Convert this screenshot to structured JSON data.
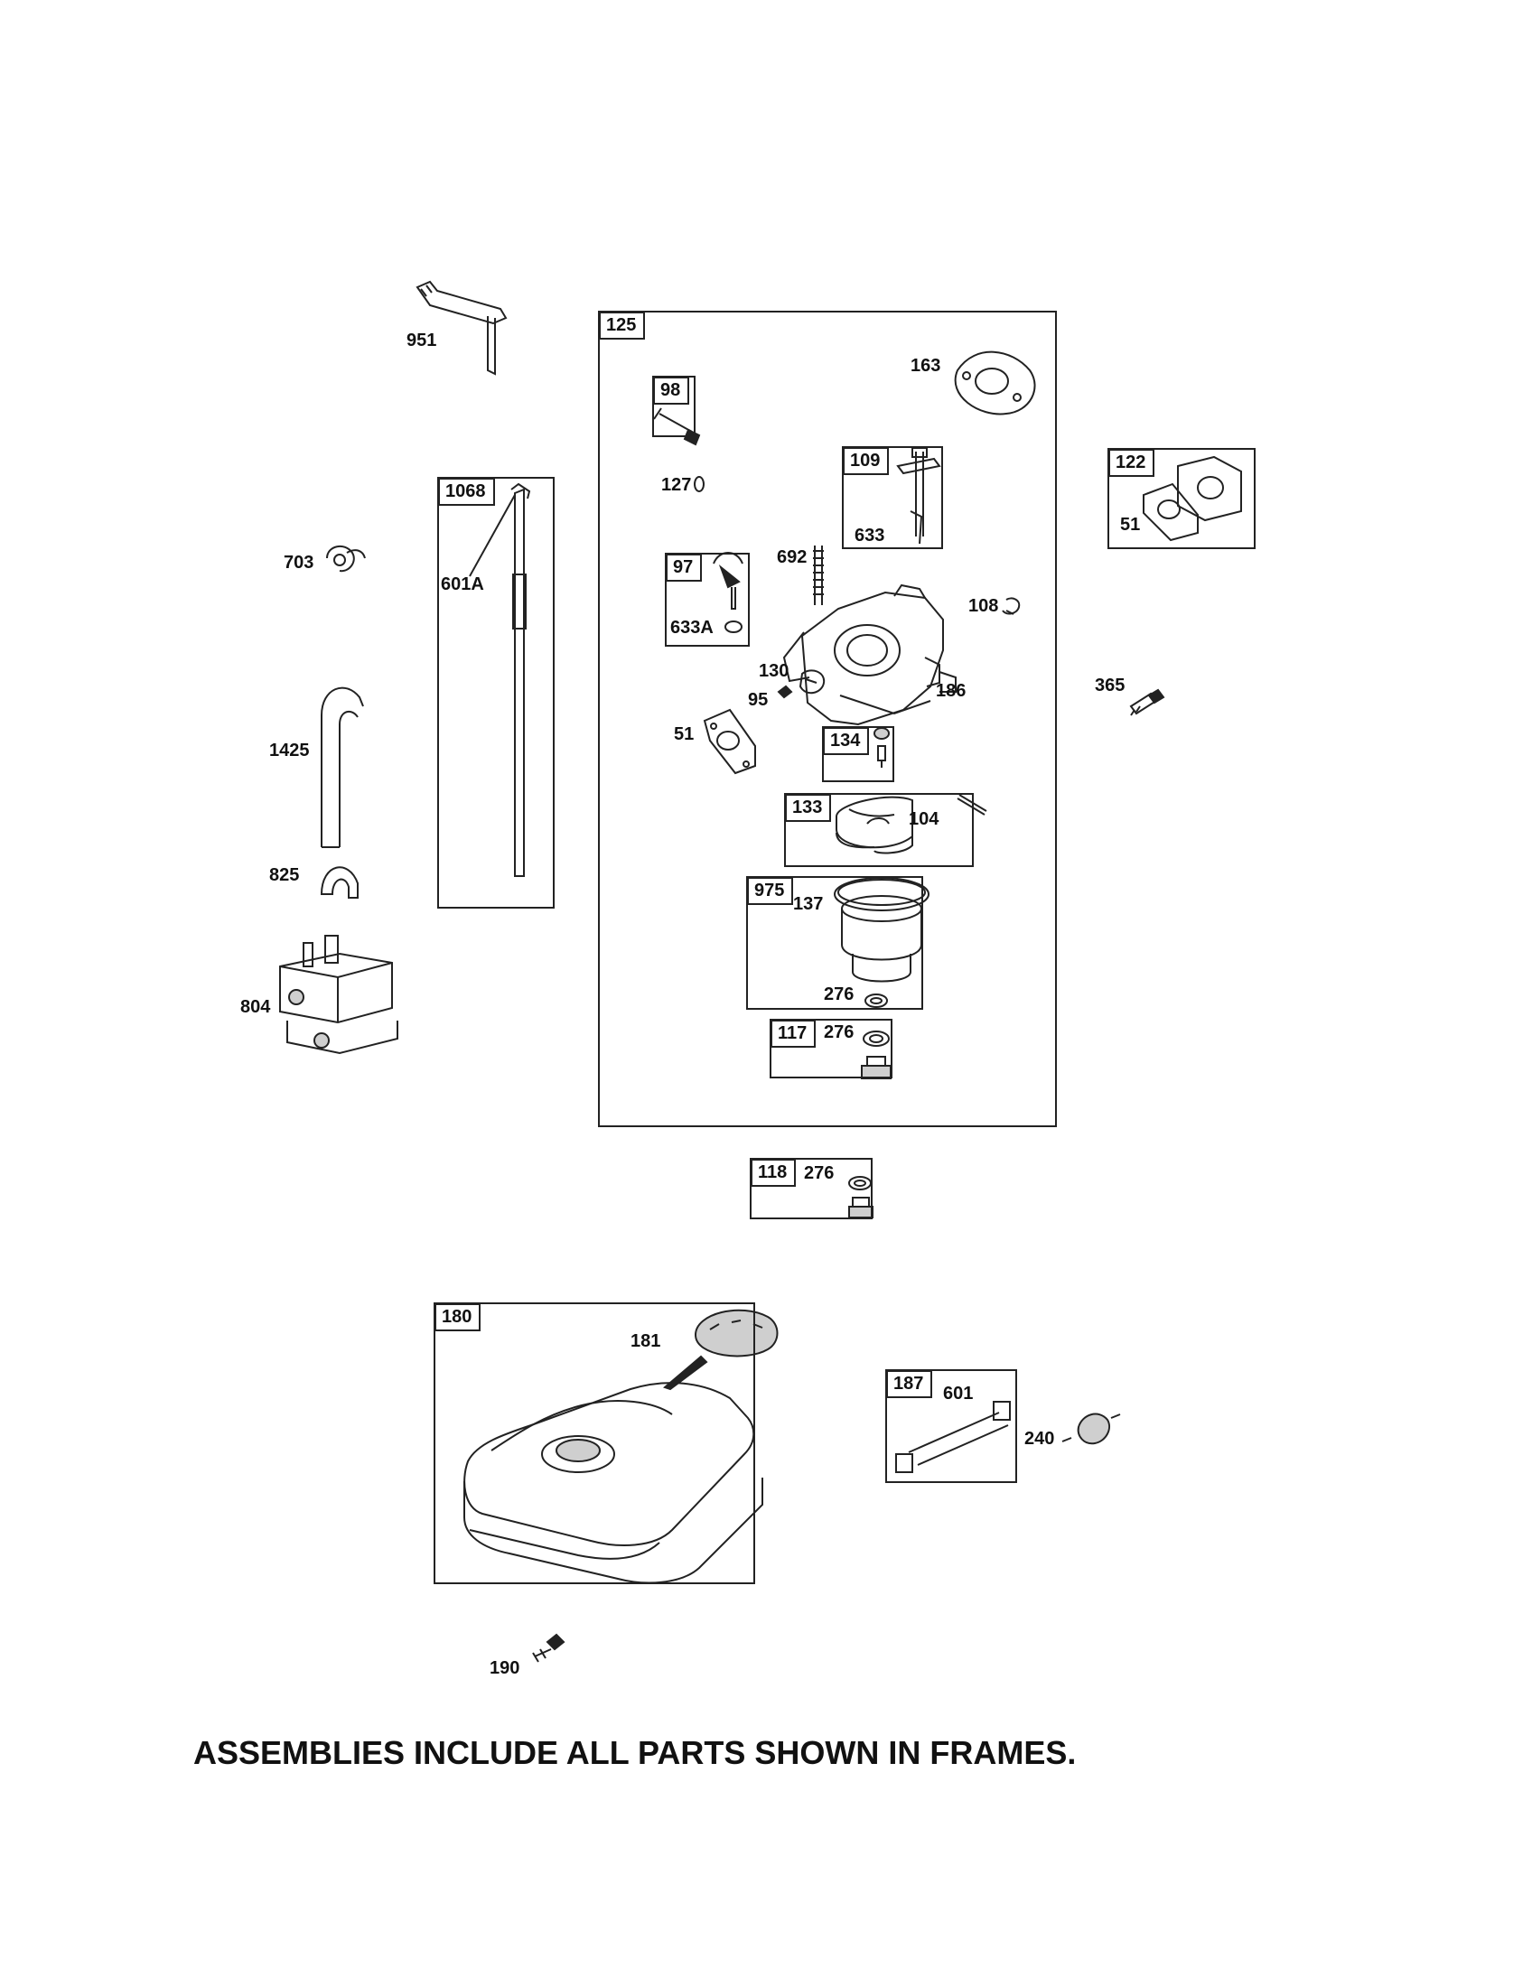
{
  "frames": {
    "f125": "125",
    "f98": "98",
    "f109": "109",
    "f1068": "1068",
    "f122": "122",
    "f97": "97",
    "f134": "134",
    "f133": "133",
    "f975": "975",
    "f117": "117",
    "f118": "118",
    "f180": "180",
    "f187": "187"
  },
  "labels": {
    "l951": "951",
    "l703": "703",
    "l1425": "1425",
    "l825": "825",
    "l804": "804",
    "l601A": "601A",
    "l163": "163",
    "l127": "127",
    "l633": "633",
    "l692": "692",
    "l633A": "633A",
    "l108": "108",
    "l130": "130",
    "l95": "95",
    "l186": "186",
    "l51a": "51",
    "l51b": "51",
    "l365": "365",
    "l104": "104",
    "l137": "137",
    "l276a": "276",
    "l276b": "276",
    "l276c": "276",
    "l181": "181",
    "l601": "601",
    "l240": "240",
    "l190": "190"
  },
  "note": "ASSEMBLIES INCLUDE ALL PARTS SHOWN IN FRAMES."
}
